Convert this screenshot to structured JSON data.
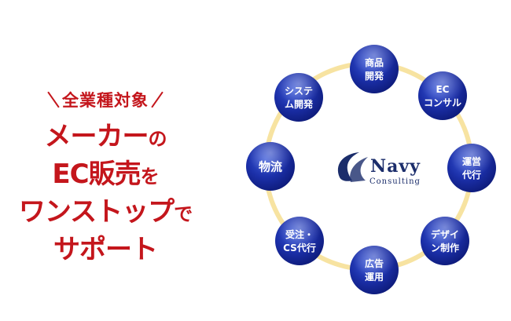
{
  "headline": {
    "subhead": "全業種対象",
    "line1_main": "メーカー",
    "line1_suffix": "の",
    "line2_main": "EC販売",
    "line2_suffix": "を",
    "line3_main": "ワンストップ",
    "line3_suffix": "で",
    "line4_main": "サポート"
  },
  "logo": {
    "name": "Navy",
    "sub": "Consulting"
  },
  "nodes": [
    {
      "id": "products",
      "lines": [
        "商品",
        "開発"
      ]
    },
    {
      "id": "ec-consult",
      "lines": [
        "EC",
        "コンサル"
      ]
    },
    {
      "id": "operation",
      "lines": [
        "運営",
        "代行"
      ]
    },
    {
      "id": "design",
      "lines": [
        "デザイ",
        "ン制作"
      ]
    },
    {
      "id": "ads",
      "lines": [
        "広告",
        "運用"
      ]
    },
    {
      "id": "orders-cs",
      "lines": [
        "受注・",
        "CS代行"
      ]
    },
    {
      "id": "logistics",
      "lines": [
        "物流"
      ]
    },
    {
      "id": "system",
      "lines": [
        "システ",
        "ム開発"
      ]
    }
  ],
  "colors": {
    "headline": "#c4161c",
    "node_fill": "#1b2fa8",
    "ring": "#f7e3a1",
    "logo": "#1b2d6b"
  }
}
